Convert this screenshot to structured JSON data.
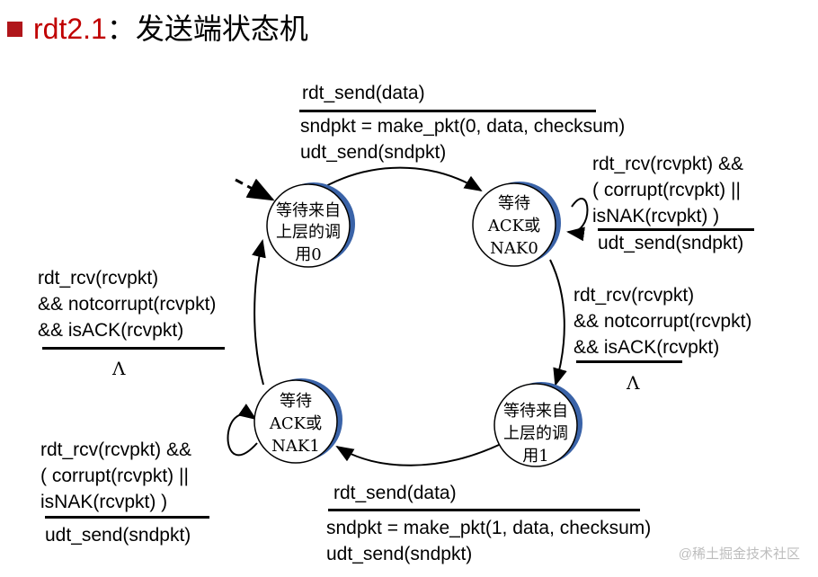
{
  "title": {
    "prefix": "rdt2.1",
    "suffix": "：发送端状态机"
  },
  "states": [
    {
      "id": "wait_call0",
      "lines": [
        "等待来自",
        "上层的调",
        "用0"
      ]
    },
    {
      "id": "wait_ack0",
      "lines": [
        "等待",
        "ACK或",
        "NAK0"
      ]
    },
    {
      "id": "wait_call1",
      "lines": [
        "等待来自",
        "上层的调",
        "用1"
      ]
    },
    {
      "id": "wait_ack1",
      "lines": [
        "等待",
        "ACK或",
        "NAK1"
      ]
    }
  ],
  "transitions": {
    "top": {
      "event": "rdt_send(data)",
      "actions": [
        "sndpkt = make_pkt(0, data, checksum)",
        "udt_send(sndpkt)"
      ]
    },
    "right_loop": {
      "event": [
        "rdt_rcv(rcvpkt) &&",
        "( corrupt(rcvpkt) ||",
        "isNAK(rcvpkt) )"
      ],
      "action": "udt_send(sndpkt)"
    },
    "right": {
      "event": [
        "rdt_rcv(rcvpkt)",
        "&& notcorrupt(rcvpkt)",
        "&& isACK(rcvpkt)"
      ],
      "action": "Λ"
    },
    "bottom": {
      "event": "rdt_send(data)",
      "actions": [
        "sndpkt = make_pkt(1, data, checksum)",
        "udt_send(sndpkt)"
      ]
    },
    "left_loop": {
      "event": [
        "rdt_rcv(rcvpkt) &&",
        "( corrupt(rcvpkt) ||",
        "isNAK(rcvpkt) )"
      ],
      "action": "udt_send(sndpkt)"
    },
    "left": {
      "event": [
        "rdt_rcv(rcvpkt)",
        "&& notcorrupt(rcvpkt)",
        "&& isACK(rcvpkt)"
      ],
      "action": "Λ"
    }
  },
  "watermark": "@稀土掘金技术社区",
  "colors": {
    "title_red": "#c00000",
    "bullet": "#b0161b",
    "state_shadow": "#3a63a8"
  }
}
